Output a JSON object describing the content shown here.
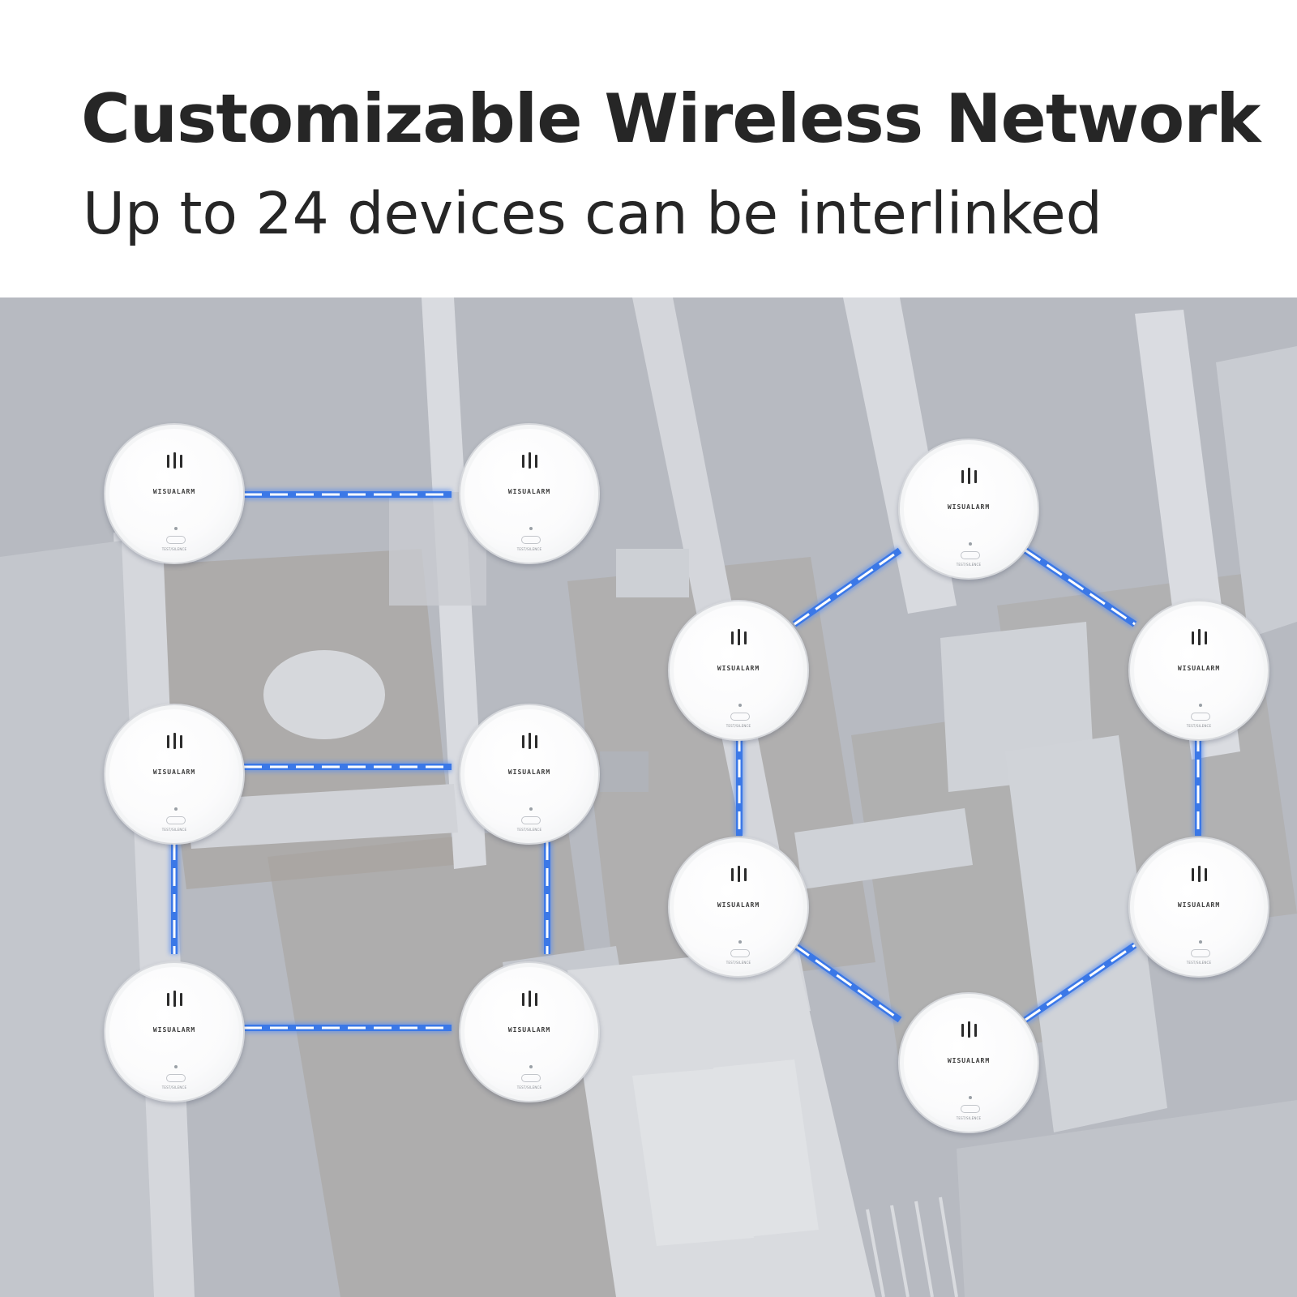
{
  "header": {
    "title": "Customizable Wireless Network",
    "subtitle": "Up to 24 devices can be interlinked"
  },
  "detector": {
    "brand": "WISUALARM",
    "button_label": "TEST/SILENCE"
  },
  "colors": {
    "link_blue": "#3b78e7",
    "link_dash": "#ffffff",
    "scene_bg": "#b9bcc3",
    "title_text": "#262626"
  },
  "icons": [
    "smoke-detector-icon",
    "sound-vent-icon"
  ]
}
